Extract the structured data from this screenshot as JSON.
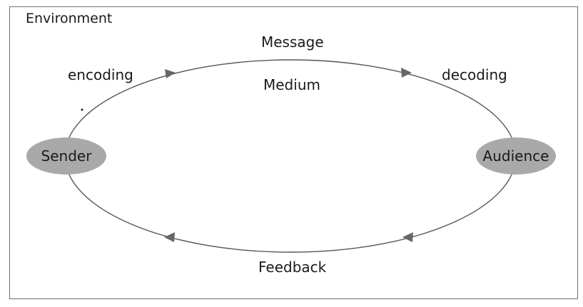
{
  "diagram": {
    "environment_label": "Environment",
    "top_labels": {
      "message": "Message",
      "medium": "Medium"
    },
    "left_process": "encoding",
    "right_process": "decoding",
    "bottom_label": "Feedback",
    "nodes": {
      "sender": "Sender",
      "audience": "Audience"
    },
    "colors": {
      "node_fill": "#a9a9a9",
      "line": "#555555",
      "frame": "#6f6f6f"
    }
  }
}
